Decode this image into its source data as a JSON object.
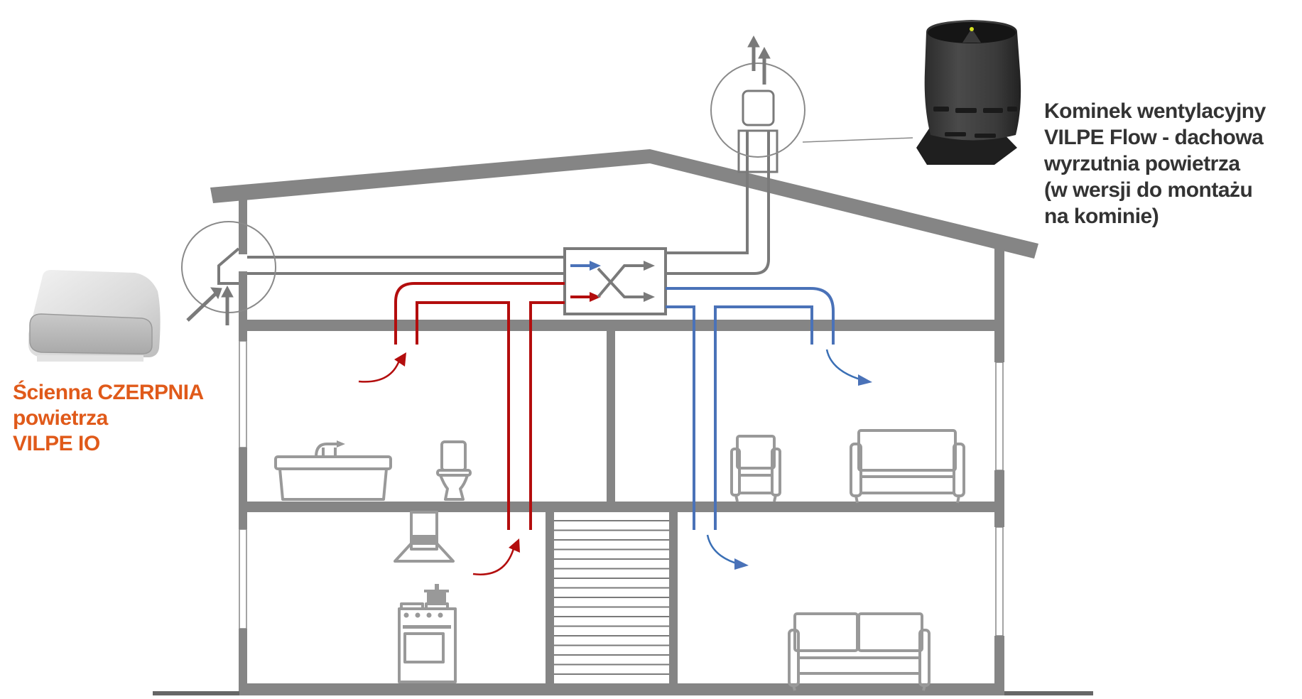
{
  "colors": {
    "wall": "#858585",
    "supply_air": "#4a72b8",
    "extract_air": "#b30d0d",
    "duct_gray": "#7a7a7a",
    "intake_label": "#e05a1a",
    "exhaust_label": "#333333"
  },
  "labels": {
    "exhaust": {
      "lines": [
        "Kominek wentylacyjny",
        "VILPE Flow - dachowa",
        "wyrzutnia powietrza",
        "(w wersji do montażu",
        "na kominie)"
      ]
    },
    "intake": {
      "lines": [
        "Ścienna CZERPNIA",
        "powietrza",
        "VILPE IO"
      ]
    }
  },
  "icons": {
    "roof_vent_product": "roof-ventilation-fan-icon",
    "wall_intake_product": "wall-air-intake-icon",
    "heat_exchanger": "heat-recovery-unit-icon"
  }
}
